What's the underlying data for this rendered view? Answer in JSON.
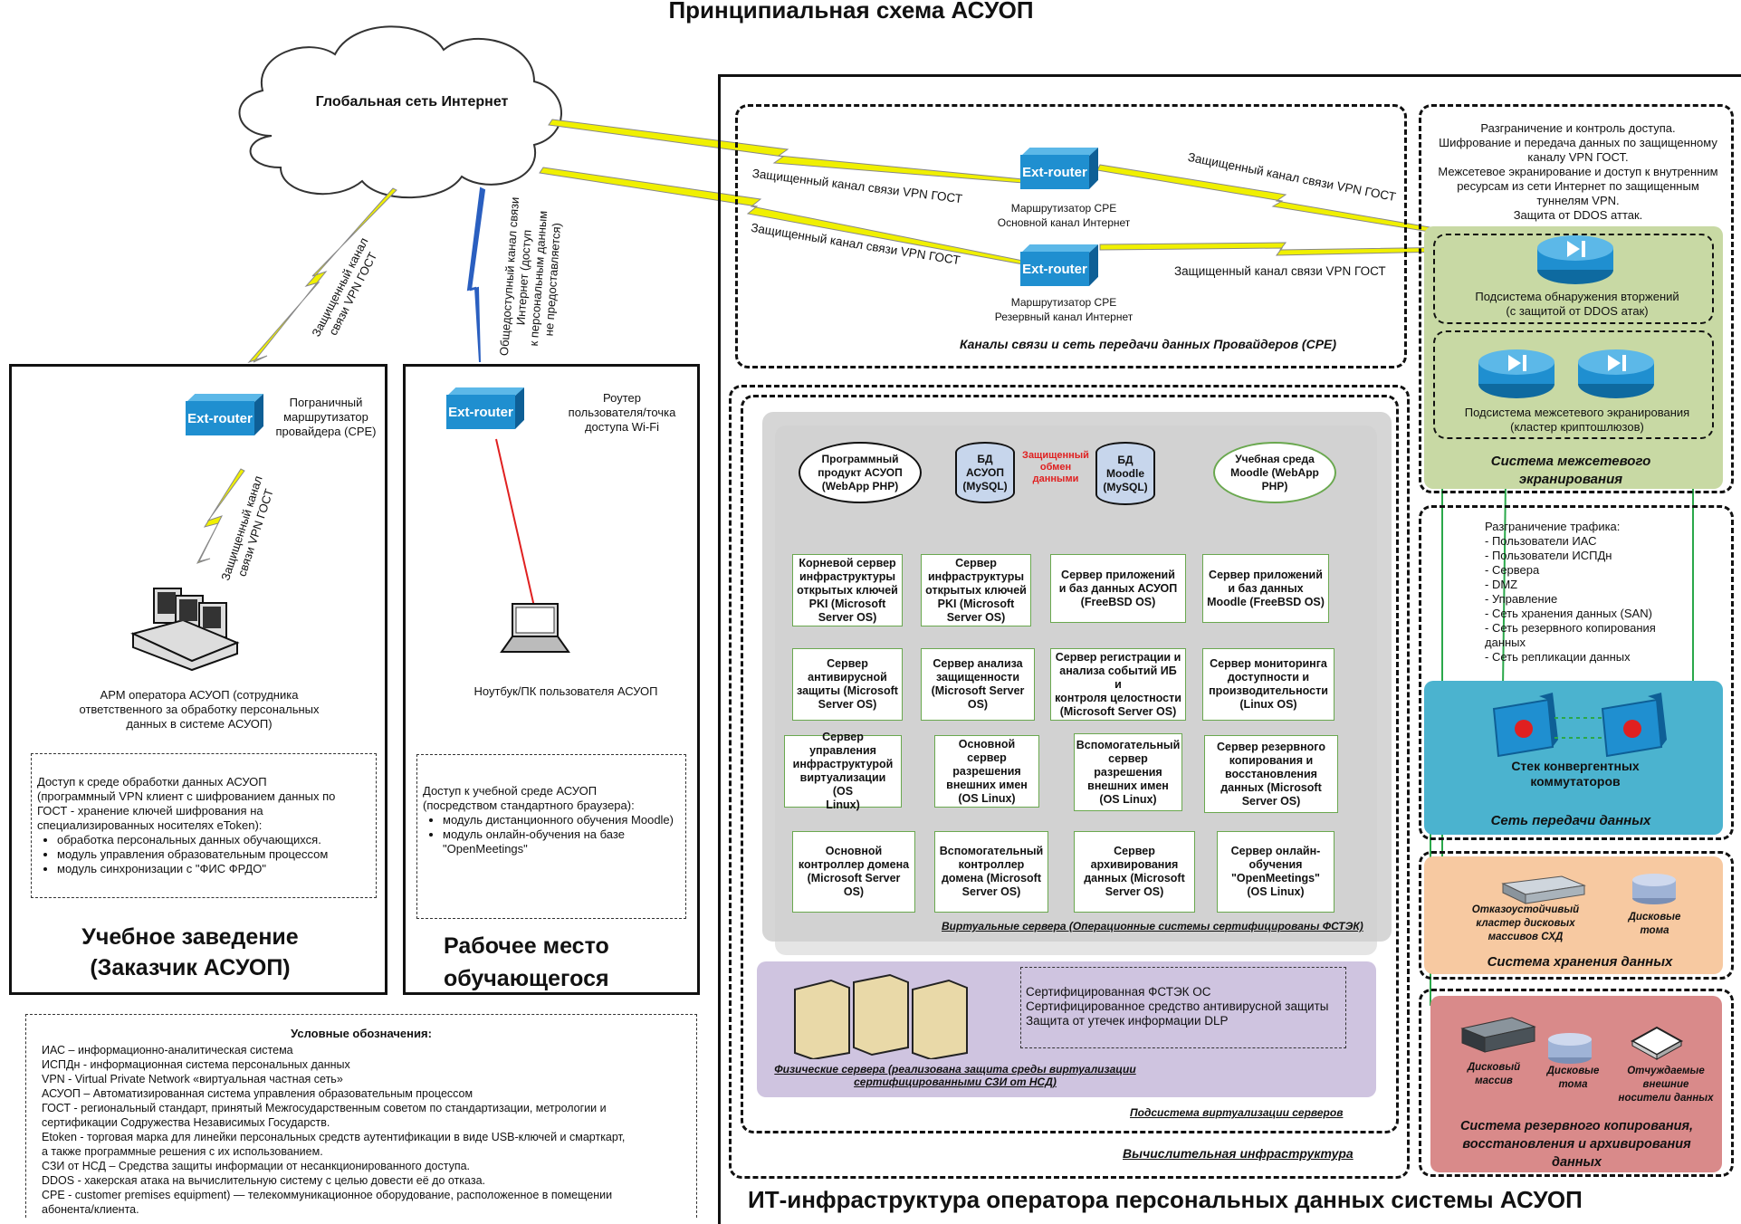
{
  "title": "Принципиальная схема АСУОП",
  "cloud_label": "Глобальная сеть Интернет",
  "vpn_label": "Защищенный канал связи VPN ГОСТ",
  "vpn_label_rot": [
    "Защищенный канал",
    "связи VPN ГОСТ"
  ],
  "public_channel_lines": [
    "Общедоступный канал связи",
    "Интернет (доступ",
    "к персональным данным",
    "не предоставляется)"
  ],
  "router_label": [
    "Ext-",
    "router"
  ],
  "cpe_main": [
    "Маршрутизатор CPE",
    "Основной канал Интернет"
  ],
  "cpe_reserve": [
    "Маршрутизатор CPE",
    "Резервный канал Интернет"
  ],
  "providers_caption": "Каналы связи и сеть передачи данных Провайдеров (CPE)",
  "border_router": [
    "Пограничный",
    "маршрутизатор",
    "провайдера (CPE)"
  ],
  "wifi_router": [
    "Роутер",
    "пользователя/точка",
    "доступа Wi-Fi"
  ],
  "arm_label": [
    "АРМ оператора АСУОП (сотрудника",
    "ответственного за обработку персональных",
    "данных в системе АСУОП)"
  ],
  "laptop_label": "Ноутбук/ПК пользователя АСУОП",
  "access_left": {
    "intro": [
      "Доступ к среде обработки данных АСУОП",
      "(программный VPN клиент с шифрованием данных по",
      "ГОСТ - хранение ключей шифрования на",
      "специализированных носителях eToken):"
    ],
    "items": [
      "обработка персональных данных обучающихся.",
      "модуль управления образовательным процессом",
      "модуль синхронизации с \"ФИС ФРДО\""
    ]
  },
  "access_right": {
    "intro": [
      "Доступ к учебной среде АСУОП",
      "(посредством стандартного браузера):"
    ],
    "items": [
      "модуль дистанционного обучения Moodle)",
      "модуль онлайн-обучения на базе \"OpenMeetings\""
    ]
  },
  "customer_title": [
    "Учебное заведение",
    "(Заказчик АСУОП)"
  ],
  "workplace_title": [
    "Рабочее место",
    "обучающегося"
  ],
  "legend_title": "Условные обозначения:",
  "legend": [
    "ИАС – информационно-аналитическая система",
    "ИСПДн - информационная система персональных данных",
    "VPN - Virtual Private Network «виртуальная частная сеть»",
    "АСУОП – Автоматизированная система управления образовательным процессом",
    "ГОСТ - региональный стандарт, принятый Межгосударственным советом по стандартизации, метрологии и",
    "сертификации Содружества Независимых Государств.",
    "Etoken - торговая марка для линейки персональных средств аутентификации в виде USB-ключей и смарткарт,",
    "а также программные решения с их использованием.",
    "СЗИ от НСД – Средства защиты информации от несанкционированного доступа.",
    "DDOS - хакерская атака на вычислительную систему с целью довести её до отказа.",
    "CPE - customer premises equipment) — телекоммуникационное оборудование, расположенное в помещении",
    "абонента/клиента."
  ],
  "apps": {
    "prog": [
      "Программный",
      "продукт АСУОП",
      "(WebApp PHP)"
    ],
    "db1": [
      "БД АСУОП",
      "(MySQL)"
    ],
    "secure": [
      "Защищенный",
      "обмен",
      "данными"
    ],
    "db2": [
      "БД",
      "Moodle",
      "(MySQL)"
    ],
    "moodle": [
      "Учебная среда",
      "Moodle (WebApp",
      "PHP)"
    ]
  },
  "servers": [
    [
      "Корневой сервер",
      "инфраструктуры",
      "открытых ключей",
      "PKI (Microsoft",
      "Server OS)"
    ],
    [
      "Сервер",
      "инфраструктуры",
      "открытых ключей",
      "PKI (Microsoft",
      "Server OS)"
    ],
    [
      "Сервер приложений",
      "и баз данных АСУОП",
      "(FreeBSD OS)"
    ],
    [
      "Сервер приложений",
      "и баз данных",
      "Moodle (FreeBSD OS)"
    ],
    [
      "Сервер",
      "антивирусной",
      "защиты (Microsoft",
      "Server OS)"
    ],
    [
      "Сервер анализа",
      "защищенности",
      "(Microsoft Server",
      "OS)"
    ],
    [
      "Сервер регистрации и",
      "анализа событий ИБ и",
      "контроля целостности",
      "(Microsoft Server OS)"
    ],
    [
      "Сервер мониторинга",
      "доступности и",
      "производительности",
      "(Linux OS)"
    ],
    [
      "Сервер управления",
      "инфраструктурой",
      "виртуализации (OS",
      "Linux)"
    ],
    [
      "Основной сервер",
      "разрешения",
      "внешних имен",
      "(OS Linux)"
    ],
    [
      "Вспомогательный",
      "сервер",
      "разрешения",
      "внешних имен",
      "(OS Linux)"
    ],
    [
      "Сервер резервного",
      "копирования и",
      "восстановления",
      "данных (Microsoft",
      "Server OS)"
    ],
    [
      "Основной",
      "контроллер домена",
      "(Microsoft Server OS)"
    ],
    [
      "Вспомогательный",
      "контроллер",
      "домена (Microsoft",
      "Server OS)"
    ],
    [
      "Сервер",
      "архивирования",
      "данных (Microsoft",
      "Server OS)"
    ],
    [
      "Сервер онлайн-",
      "обучения",
      "\"OpenMeetings\"",
      "(OS Linux)"
    ]
  ],
  "virtual_caption": "Виртуальные сервера (Операционные системы сертифицированы ФСТЭК)",
  "physical_lines": [
    "Сертифицированная ФСТЭК ОС",
    "Сертифицированное средство антивирусной защиты",
    "Защита от утечек информации DLP"
  ],
  "physical_caption": [
    "Физические сервера (реализована защита среды виртуализации",
    "сертифицированными  СЗИ от НСД)"
  ],
  "virt_subsystem": "Подсистема виртуализации серверов",
  "compute_caption": "Вычислительная инфраструктура",
  "it_title": "ИТ-инфраструктура оператора персональных данных системы АСУОП",
  "fw_text": [
    "Разграничение и контроль доступа.",
    "Шифрование и передача данных по защищенному",
    "каналу VPN ГОСТ.",
    "Межсетевое экранирование и доступ к внутренним",
    "ресурсам из сети Интернет по защищенным",
    "туннелям VPN.",
    "Защита от DDOS аттак."
  ],
  "ids_label": [
    "Подсистема обнаружения вторжений",
    "(с защитой от DDOS атак)"
  ],
  "fw_cluster": [
    "Подсистема межсетевого экранирования",
    "(кластер криптошлюзов)"
  ],
  "fw_system": [
    "Система межсетевого",
    "экранирования"
  ],
  "traffic": [
    "Разграничение трафика:",
    "- Пользователи ИАС",
    "- Пользователи ИСПДн",
    "- Сервера",
    "- DMZ",
    "- Управление",
    "- Сеть хранения данных (SAN)",
    "- Сеть резервного копирования",
    "данных",
    "- Сеть репликации данных"
  ],
  "switch_stack": [
    "Стек конвергентных",
    "коммутаторов"
  ],
  "network": "Сеть передачи данных",
  "storage_cluster": [
    "Отказоустойчивый",
    "кластер дисковых",
    "массивов СХД"
  ],
  "disk_volumes": [
    "Дисковые",
    "тома"
  ],
  "storage_system": "Система хранения данных",
  "disk_array": [
    "Дисковый",
    "массив"
  ],
  "disk_volumes2": [
    "Дисковые",
    "тома"
  ],
  "removable": [
    "Отчуждаемые",
    "внешние",
    "носители данных"
  ],
  "backup_system": [
    "Система резервного копирования,",
    "восстановления и архивирования",
    "данных"
  ],
  "colors": {
    "router": "#1f8fd0",
    "server_border": "#6aa84f",
    "green_zone": "#c8d9a4",
    "blue_zone": "#4bb3cf",
    "orange_zone": "#f7c9a1",
    "red_zone": "#d98a8a",
    "purple_zone": "#cfc4e0",
    "lightning": "#f0f000",
    "lightning_blue": "#2a5fc0"
  }
}
